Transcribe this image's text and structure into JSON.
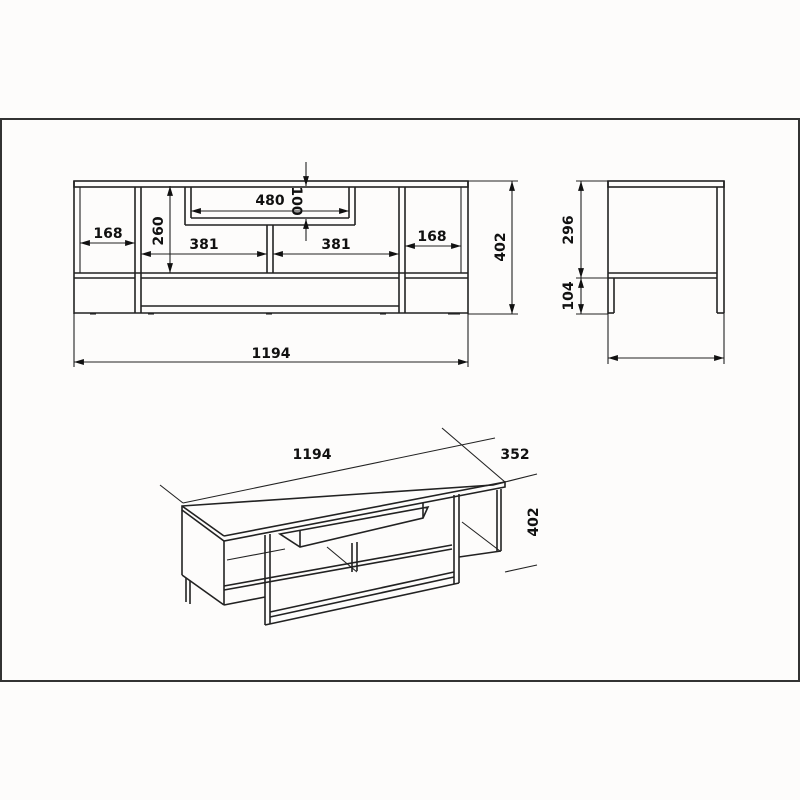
{
  "drawing": {
    "title": "TV stand technical drawing",
    "units": "mm",
    "colors": {
      "line": "#222222",
      "background": "#fdfcfb",
      "frame": "#333333"
    }
  },
  "front_view": {
    "overall_width": "1194",
    "overall_height": "402",
    "left_compartment_width": "168",
    "right_compartment_width": "168",
    "center_left_width": "381",
    "center_right_width": "381",
    "center_height": "260",
    "top_shelf_width": "480",
    "top_shelf_height": "100"
  },
  "side_view": {
    "upper_height": "296",
    "leg_height": "104",
    "depth_label": ""
  },
  "isometric_view": {
    "width": "1194",
    "depth": "352",
    "height": "402"
  }
}
